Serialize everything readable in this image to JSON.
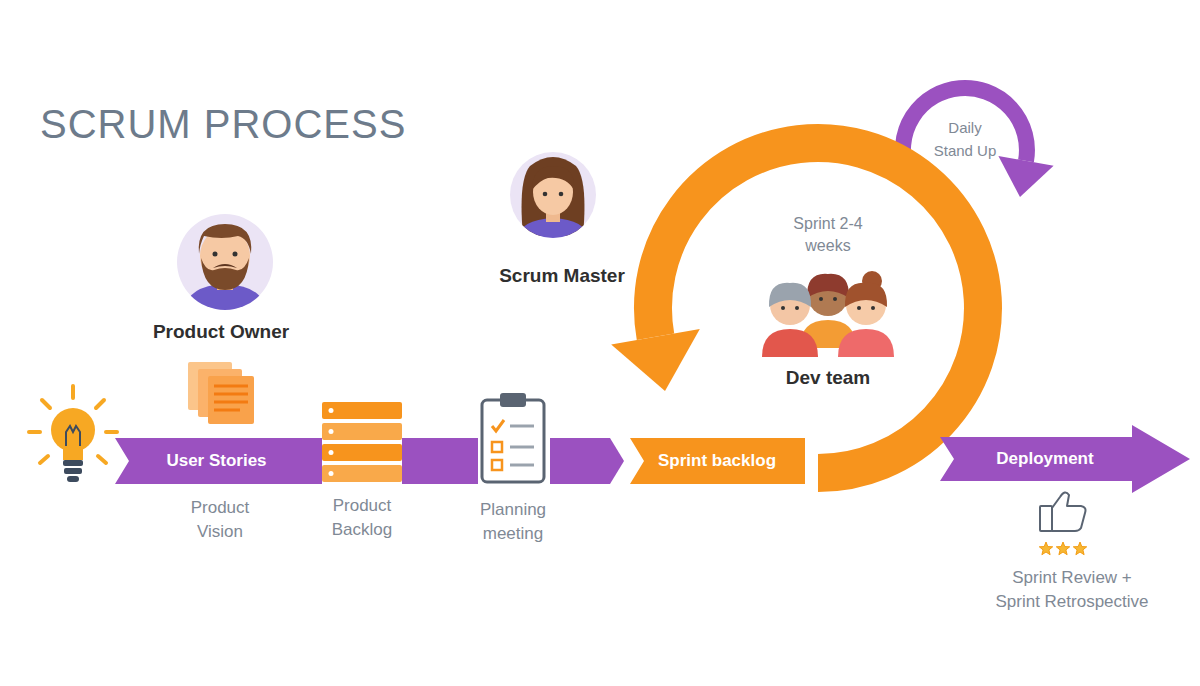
{
  "diagram": {
    "title": "SCRUM PROCESS",
    "nodes": [
      {
        "text": [
          "User Stories",
          "Product Vision"
        ]
      },
      {
        "text": [
          "Product Backlog"
        ]
      },
      {
        "text": [
          "Planning meeting"
        ]
      },
      {
        "text": [
          "Sprint backlog"
        ]
      },
      {
        "text": [
          "Sprint 2-4 weeks",
          "Dev team"
        ]
      },
      {
        "text": [
          "Deployment"
        ]
      }
    ],
    "edges": [
      {
        "from": 0,
        "to": 1,
        "arrow": "none"
      },
      {
        "from": 1,
        "to": 2,
        "arrow": "none"
      },
      {
        "from": 2,
        "to": 3,
        "arrow": "to"
      }
    ],
    "labels": [
      "Product Owner",
      "Scrum Master",
      "Daily Stand Up",
      "Sprint Review + Sprint Retrospective"
    ]
  }
}
